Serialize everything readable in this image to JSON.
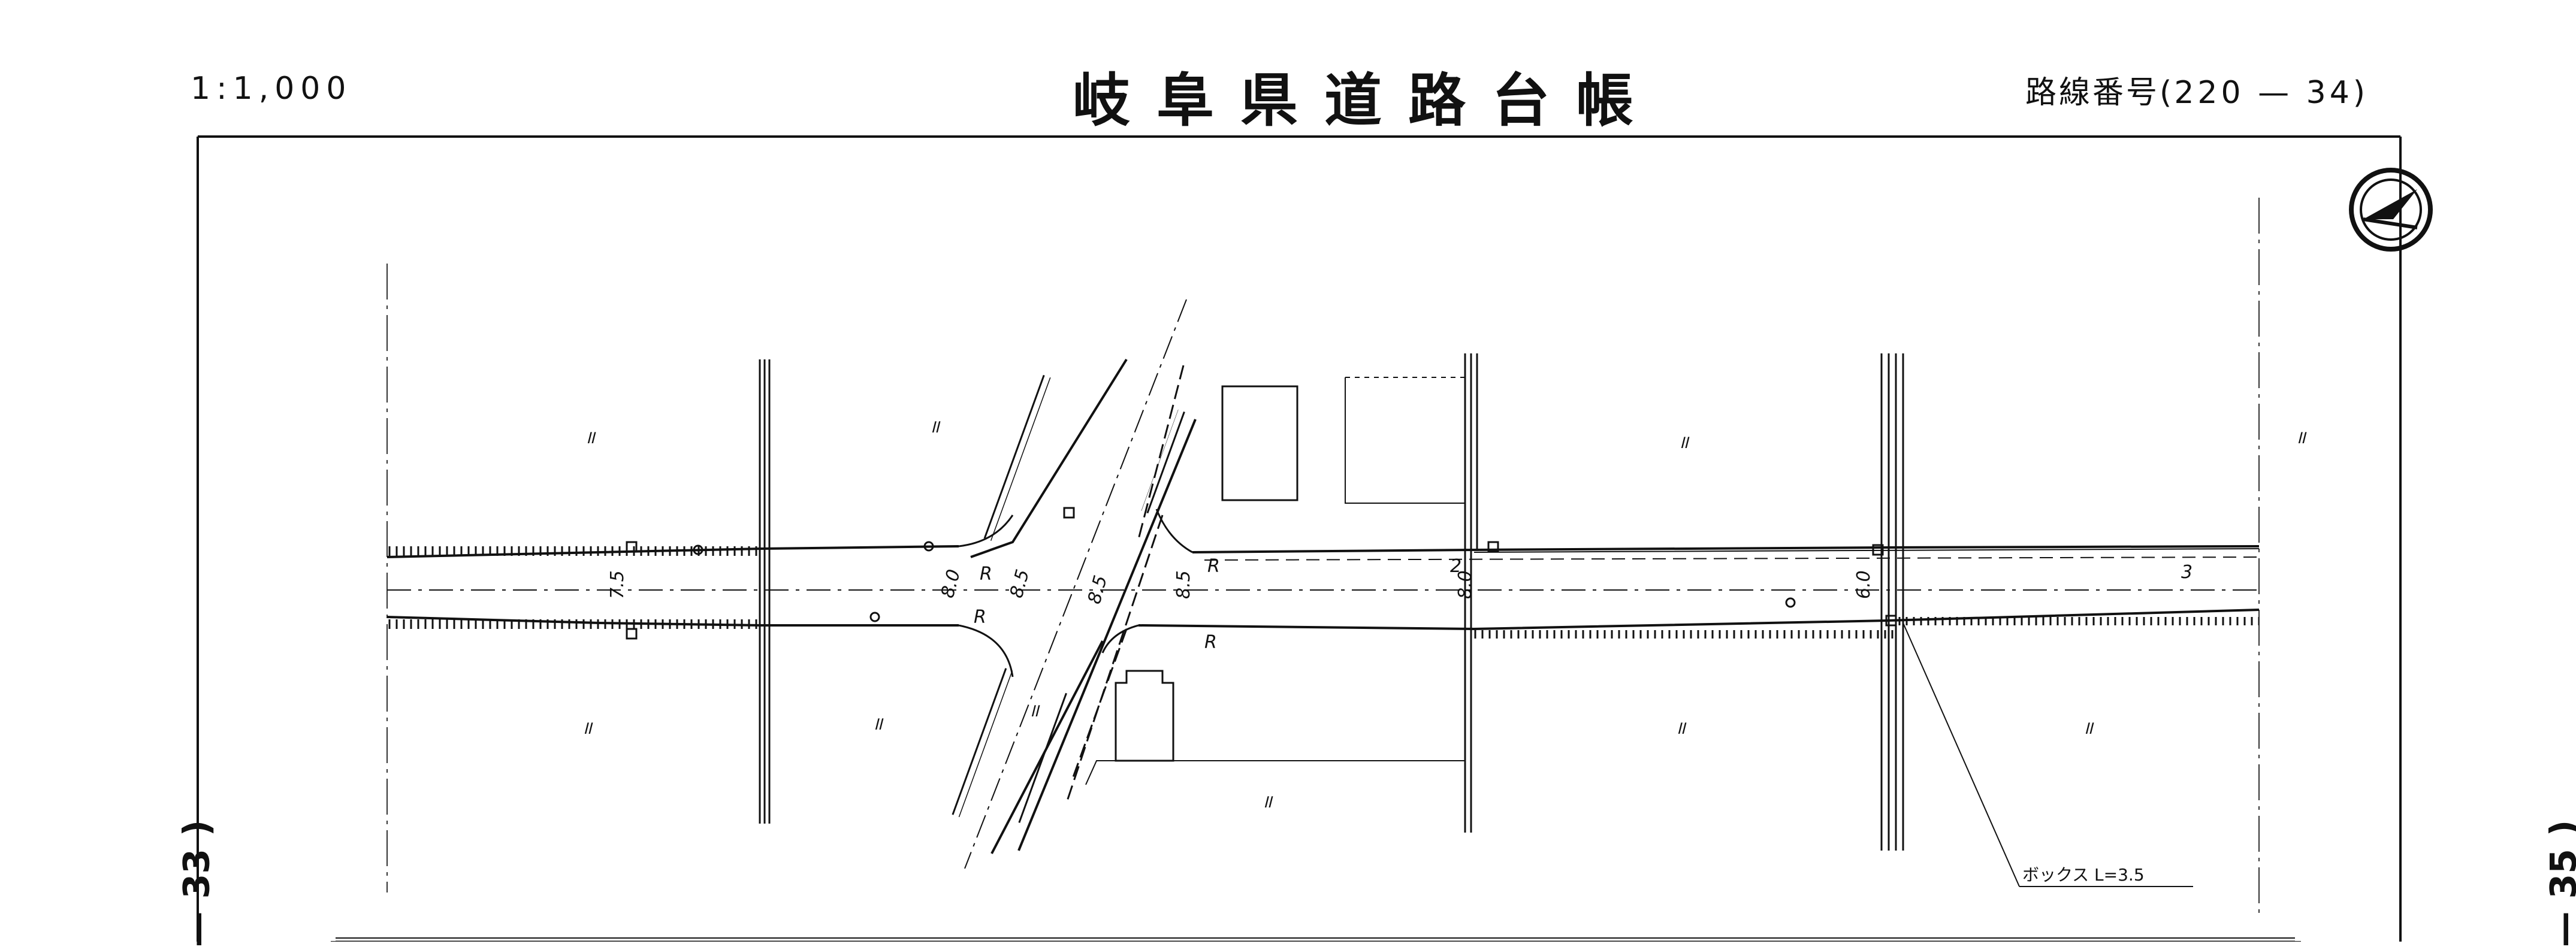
{
  "header": {
    "scale": "1:1,000",
    "title": "岐阜県道路台帳",
    "route_label": "路線番号",
    "route_open": "(",
    "route_number": "220 — 34",
    "route_close": ")"
  },
  "side_labels": {
    "left": "— 33 )",
    "right": "— 35 )"
  },
  "drawing": {
    "north_arrow": "north-arrow-icon",
    "road_widths": [
      "7.5",
      "8.0",
      "8.5",
      "8.5",
      "8.5",
      "8.0",
      "6.0"
    ],
    "station_marks": [
      "2",
      "3"
    ],
    "radius_marks": [
      "R",
      "R",
      "R",
      "R"
    ],
    "land_marks": [
      "॥",
      "॥",
      "॥",
      "॥",
      "॥",
      "॥",
      "॥",
      "॥",
      "॥",
      "॥"
    ],
    "callout": "ボックス L=3.5"
  }
}
